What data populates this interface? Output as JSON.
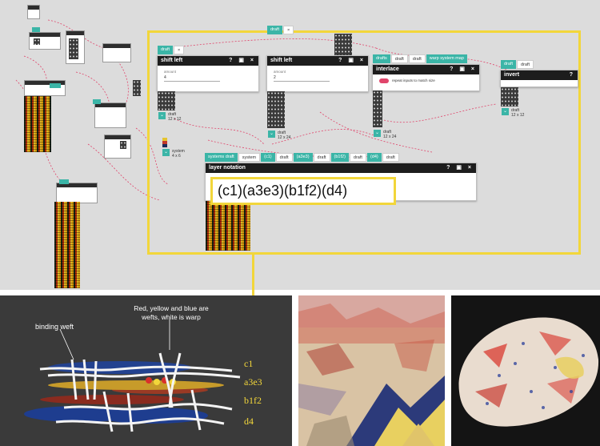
{
  "colors": {
    "accent": "#3bb5a7",
    "highlight": "#f2d63a",
    "header": "#1d1d1d",
    "canvas": "#dcdcdc",
    "wire": "#e0456b"
  },
  "nodes": {
    "shift_left_1": {
      "tab_label": "draft",
      "close": "×",
      "title": "shift left",
      "controls": "? ▣ ×",
      "field_label": "amount",
      "field_value": "4",
      "out_label": "draft",
      "out_dims": "12 x 12"
    },
    "shift_left_2": {
      "tab_label": "draft",
      "close": "×",
      "title": "shift left",
      "controls": "? ▣ ×",
      "field_label": "amount",
      "field_value": "2",
      "out_label": "draft",
      "out_dims": "12 x 24"
    },
    "interlace": {
      "tab1": "drafts",
      "tab2": "draft",
      "tab3": "draft",
      "tab4": "warp system map",
      "title": "interlace",
      "controls": "? ▣ ×",
      "toggle_label": "repeat inputs to match size",
      "out_label": "draft",
      "out_dims": "12 x 24"
    },
    "invert": {
      "tab_label": "draft",
      "tab2": "draft",
      "title": "invert",
      "controls": "?",
      "out_label": "draft",
      "out_dims": "12 x 12"
    },
    "system": {
      "label": "system",
      "dims": "4 x 6"
    },
    "layer_notation": {
      "tabs": [
        "systems draft",
        "system",
        "(c1)",
        "draft",
        "(a3e3)",
        "draft",
        "(b1f2)",
        "draft",
        "(d4)",
        "draft"
      ],
      "title": "layer notation",
      "controls": "? ▣ ×"
    }
  },
  "callout": {
    "text": "(c1)(a3e3)(b1f2)(d4)"
  },
  "weave_diagram": {
    "annotation_main": "Red, yellow and blue are wefts, white is warp",
    "annotation_binding": "binding weft",
    "layers": [
      "c1",
      "a3e3",
      "b1f2",
      "d4"
    ]
  }
}
